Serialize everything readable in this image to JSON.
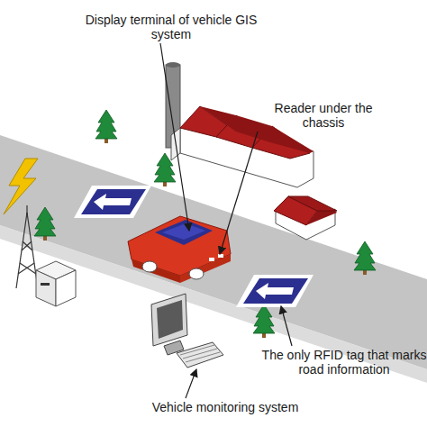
{
  "diagram": {
    "labels": [
      "Display terminal of vehicle GIS system",
      "Reader under the chassis",
      "The only RFID tag that marks road information",
      "Vehicle monitoring system"
    ]
  }
}
